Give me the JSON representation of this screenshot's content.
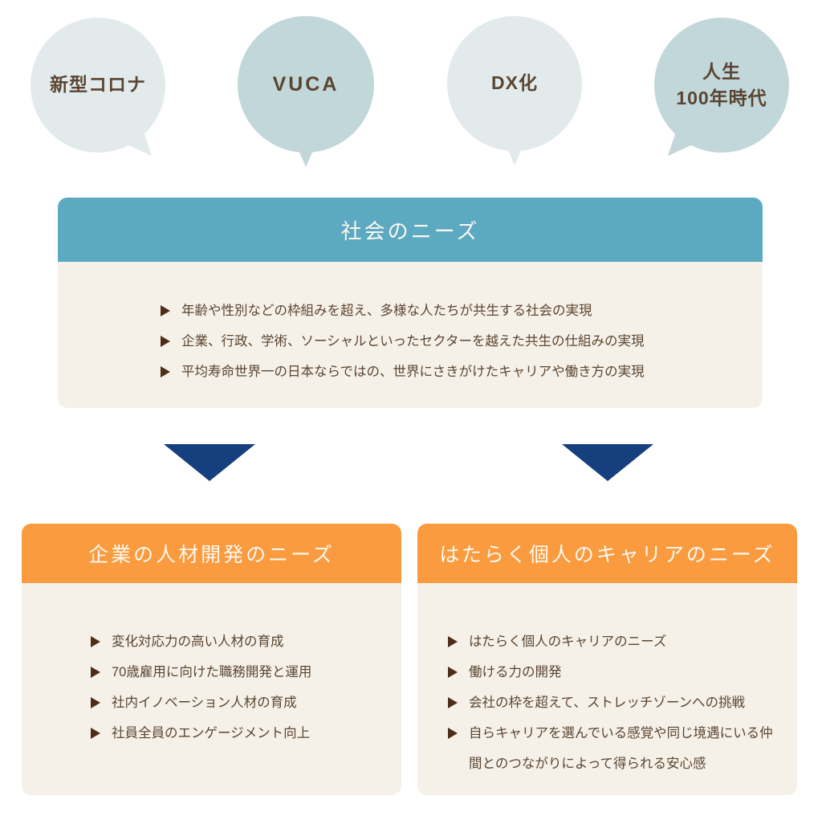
{
  "colors": {
    "teal": "#5ca9c2",
    "orange": "#f99b3e",
    "navy": "#153f7d",
    "cream": "#f6f1e8",
    "text_brown": "#5a4532",
    "marker_brown": "#4d2d18",
    "bubble_light": "#e3eaeb",
    "bubble_dark": "#c1d7d9",
    "title_white": "#fdf8ef",
    "page_bg": "#ffffff"
  },
  "bubbles": [
    {
      "label": "新型コロナ"
    },
    {
      "label": "VUCA"
    },
    {
      "label": "DX化"
    },
    {
      "label": "人生\n100年時代"
    }
  ],
  "society_box": {
    "title": "社会のニーズ",
    "items": [
      "年齢や性別などの枠組みを超え、多様な人たちが共生する社会の実現",
      "企業、行政、学術、ソーシャルといったセクターを越えた共生の仕組みの実現",
      "平均寿命世界一の日本ならではの、世界にさきがけたキャリアや働き方の実現"
    ]
  },
  "company_box": {
    "title": "企業の人材開発のニーズ",
    "items": [
      "変化対応力の高い人材の育成",
      "70歳雇用に向けた職務開発と運用",
      "社内イノベーション人材の育成",
      "社員全員のエンゲージメント向上"
    ]
  },
  "individual_box": {
    "title": "はたらく個人のキャリアのニーズ",
    "items": [
      "はたらく個人のキャリアのニーズ",
      "働ける力の開発",
      "会社の枠を超えて、ストレッチゾーンへの挑戦",
      "自らキャリアを選んでいる感覚や同じ境遇にいる仲間とのつながりによって得られる安心感"
    ]
  }
}
